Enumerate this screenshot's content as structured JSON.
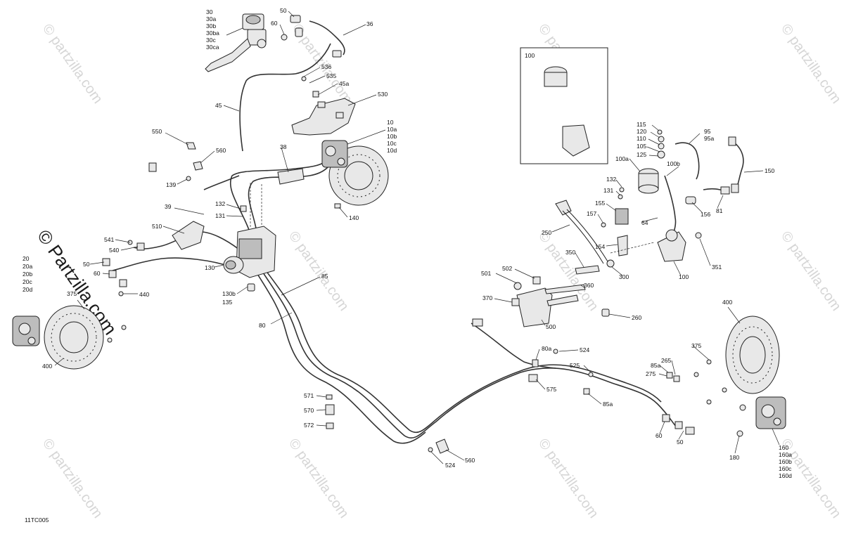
{
  "diagram_code": "11TC005",
  "watermark": {
    "symbol": "©",
    "text": "partzilla.com",
    "large_text": "© Partzilla.com"
  },
  "callouts": {
    "c30": [
      "30",
      "30a",
      "30b",
      "30ba",
      "30c",
      "30ca"
    ],
    "c50_top": "50",
    "c60_top": "60",
    "c36": "36",
    "c536": "536",
    "c535": "535",
    "c45a": "45a",
    "c530": "530",
    "c45": "45",
    "c10": [
      "10",
      "10a",
      "10b",
      "10c",
      "10d"
    ],
    "c550": "550",
    "c560_top": "560",
    "c38": "38",
    "c139": "139",
    "c39": "39",
    "c132_left": "132",
    "c131_left": "131",
    "c140": "140",
    "c510": "510",
    "c541": "541",
    "c540": "540",
    "c50_left": "50",
    "c60_left": "60",
    "c20": [
      "20",
      "20a",
      "20b",
      "20c",
      "20d"
    ],
    "c375_left": "375",
    "c440": "440",
    "c130": "130",
    "c130b": "130b",
    "c135": "135",
    "c85": "85",
    "c80": "80",
    "c400_left": "400",
    "c100_box": "100",
    "c115": "115",
    "c120": "120",
    "c110": "110",
    "c105": "105",
    "c125": "125",
    "c95": [
      "95",
      "95a"
    ],
    "c100a": "100a",
    "c100b": "100b",
    "c150": "150",
    "c132_right": "132",
    "c131_right": "131",
    "c155": "155",
    "c157": "157",
    "c64": "64",
    "c156": "156",
    "c81": "81",
    "c250": "250",
    "c154": "154",
    "c350": "350",
    "c300": "300",
    "c100_bottom": "100",
    "c351": "351",
    "c501": "501",
    "c502": "502",
    "c360": "360",
    "c370": "370",
    "c500": "500",
    "c260": "260",
    "c400_right": "400",
    "c80a": "80a",
    "c524_mid": "524",
    "c375_right": "375",
    "c525": "525",
    "c85a_top": "85a",
    "c265": "265",
    "c275": "275",
    "c575": "575",
    "c85a_mid": "85a",
    "c571": "571",
    "c570": "570",
    "c572": "572",
    "c560_bottom": "560",
    "c524_bottom": "524",
    "c60_right": "60",
    "c50_right": "50",
    "c180": "180",
    "c160": [
      "160",
      "160a",
      "160b",
      "160c",
      "160d"
    ]
  }
}
